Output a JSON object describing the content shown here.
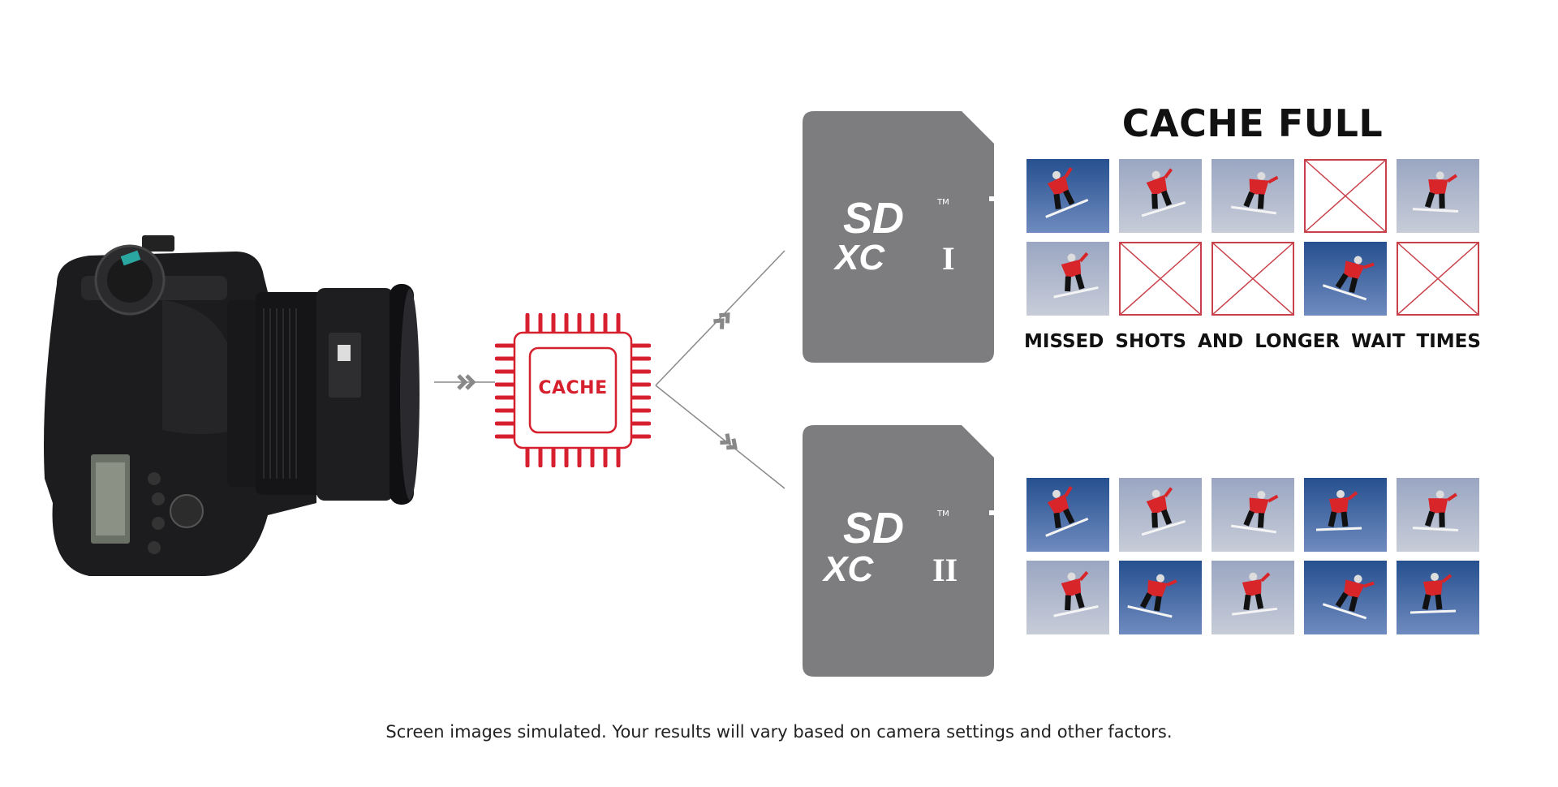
{
  "cache_chip": {
    "label": "CACHE",
    "color": "#d6202e"
  },
  "sd_cards": [
    {
      "logo": "SD XC",
      "bus": "I",
      "trademark": "TM"
    },
    {
      "logo": "SD XC",
      "bus": "II",
      "trademark": "TM"
    }
  ],
  "top_panel": {
    "title": "CACHE FULL",
    "caption_words": [
      "MISSED",
      "SHOTS",
      "AND",
      "LONGER",
      "WAIT",
      "TIMES"
    ],
    "frames": [
      "photo",
      "photo",
      "photo",
      "missed",
      "photo",
      "photo",
      "missed",
      "missed",
      "photo",
      "missed"
    ]
  },
  "bottom_panel": {
    "frames": [
      "photo",
      "photo",
      "photo",
      "photo",
      "photo",
      "photo",
      "photo",
      "photo",
      "photo",
      "photo"
    ]
  },
  "footer": "Screen images simulated. Your results will vary based on camera settings and other factors.",
  "colors": {
    "card_gray": "#7d7d80",
    "missed_x": "#c8404a",
    "line_gray": "#8a8a8a"
  }
}
